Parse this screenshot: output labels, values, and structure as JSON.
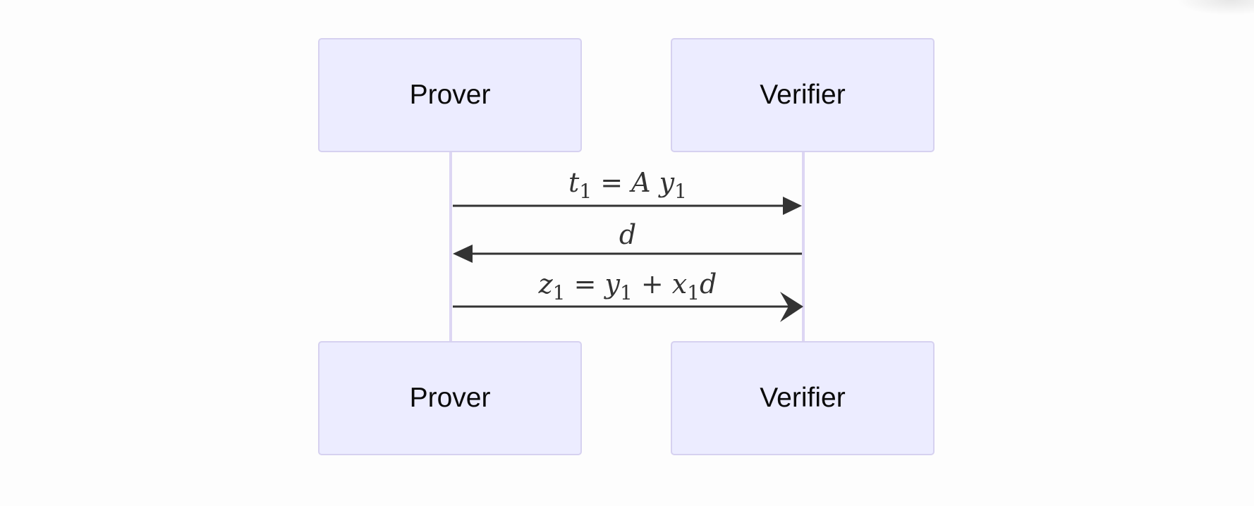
{
  "actors": {
    "prover": "Prover",
    "verifier": "Verifier"
  },
  "messages": [
    {
      "from": "Prover",
      "to": "Verifier",
      "arrow": "filled",
      "label": {
        "var1": "t",
        "sub1": "1",
        "op1": " = ",
        "var2": "A y",
        "sub2": "1"
      }
    },
    {
      "from": "Verifier",
      "to": "Prover",
      "arrow": "filled",
      "label": {
        "var": "d"
      }
    },
    {
      "from": "Prover",
      "to": "Verifier",
      "arrow": "open",
      "label": {
        "var1": "z",
        "sub1": "1",
        "op1": " = ",
        "var2": "y",
        "sub2": "1",
        "op2": " + ",
        "var3": "x",
        "sub3": "1",
        "var4": "d"
      }
    }
  ],
  "colors": {
    "actor_fill": "#ececff",
    "actor_border": "#d6d1f0",
    "lifeline": "#ddd6f3",
    "arrow": "#333333"
  }
}
